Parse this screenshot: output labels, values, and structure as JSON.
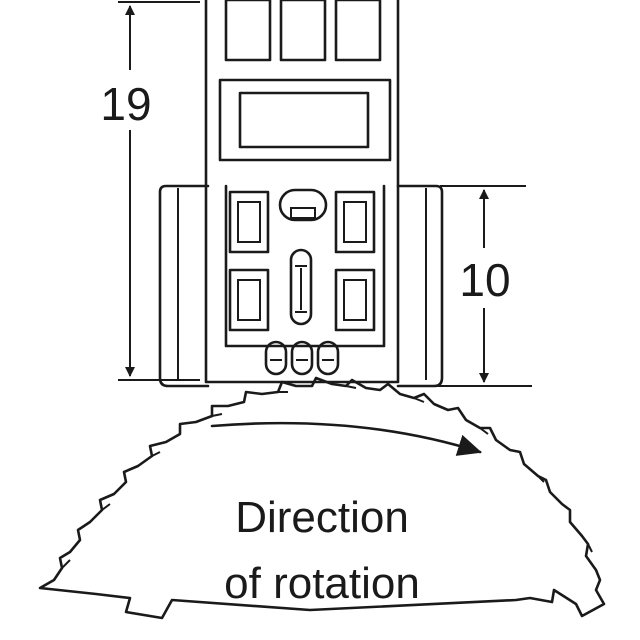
{
  "dimensions": {
    "overall_height_label": "19",
    "partial_height_label": "10"
  },
  "caption": {
    "line1": "Direction",
    "line2": "of rotation"
  }
}
